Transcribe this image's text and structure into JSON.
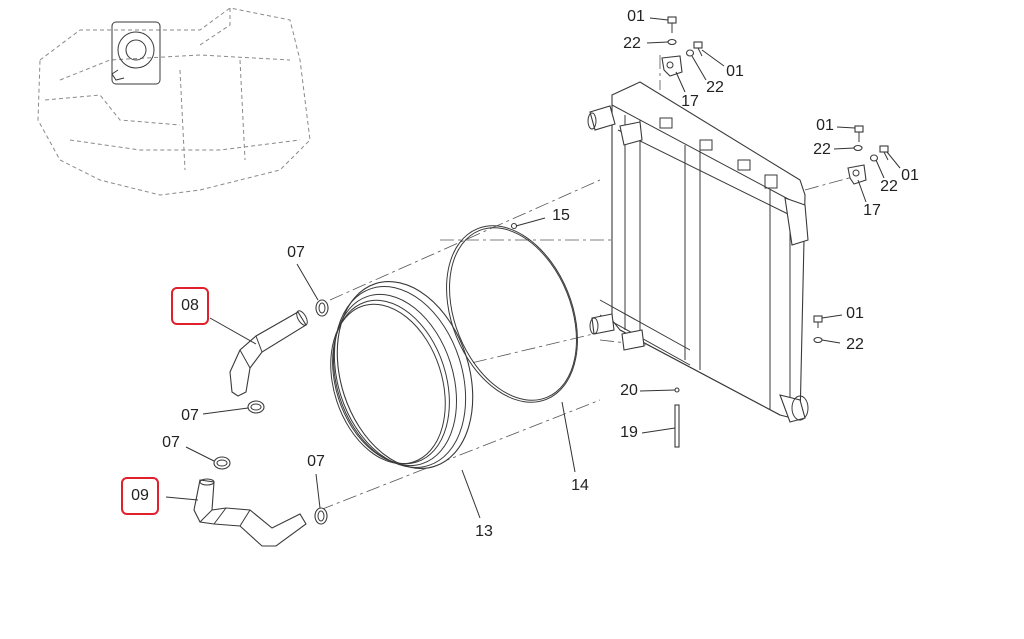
{
  "diagram": {
    "highlight_color": "#e0202a",
    "callouts": [
      {
        "id": "c01a",
        "text": "01"
      },
      {
        "id": "c22a",
        "text": "22"
      },
      {
        "id": "c01b",
        "text": "01"
      },
      {
        "id": "c22b",
        "text": "22"
      },
      {
        "id": "c17a",
        "text": "17"
      },
      {
        "id": "c01c",
        "text": "01"
      },
      {
        "id": "c22c",
        "text": "22"
      },
      {
        "id": "c22d",
        "text": "22"
      },
      {
        "id": "c01d",
        "text": "01"
      },
      {
        "id": "c17b",
        "text": "17"
      },
      {
        "id": "c15",
        "text": "15"
      },
      {
        "id": "c07a",
        "text": "07"
      },
      {
        "id": "c07b",
        "text": "07"
      },
      {
        "id": "c07c",
        "text": "07"
      },
      {
        "id": "c07d",
        "text": "07"
      },
      {
        "id": "c01e",
        "text": "01"
      },
      {
        "id": "c22e",
        "text": "22"
      },
      {
        "id": "c20",
        "text": "20"
      },
      {
        "id": "c19",
        "text": "19"
      },
      {
        "id": "c14",
        "text": "14"
      },
      {
        "id": "c13",
        "text": "13"
      }
    ],
    "highlighted": [
      {
        "id": "h08",
        "text": "08"
      },
      {
        "id": "h09",
        "text": "09"
      }
    ]
  }
}
